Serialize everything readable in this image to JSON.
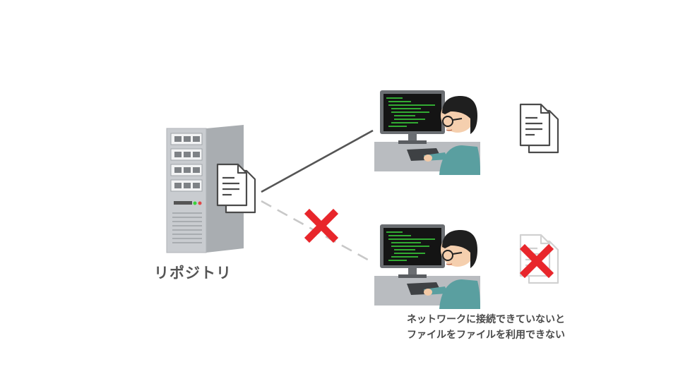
{
  "diagram": {
    "server_label": "リポジトリ",
    "caption_line1": "ネットワークに接続できていないと",
    "caption_line2": "ファイルをファイルを利用できない"
  },
  "connections": [
    {
      "from": "repository-server",
      "to": "developer-online",
      "style": "solid",
      "status": "connected"
    },
    {
      "from": "repository-server",
      "to": "developer-offline",
      "style": "dashed",
      "status": "disconnected"
    }
  ],
  "icons": {
    "server": "server-icon",
    "document": "document-icon",
    "developer": "developer-at-computer-icon",
    "cross": "red-cross-icon"
  },
  "colors": {
    "accent_red": "#e8262b",
    "line_dark": "#555555",
    "line_dashed": "#c8c8c8",
    "monitor_code": "#3cdc3c",
    "shirt": "#5a9fa0",
    "text": "#555555"
  }
}
